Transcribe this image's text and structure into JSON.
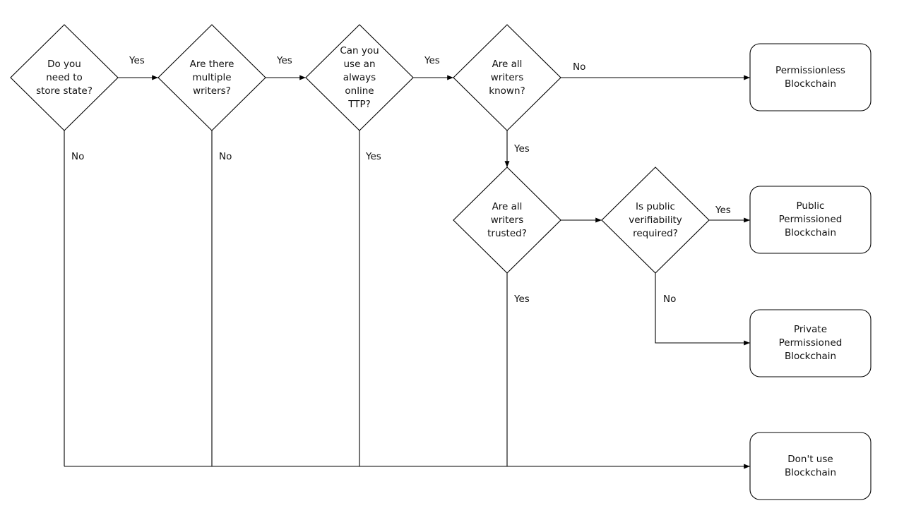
{
  "diagram": {
    "decisions": {
      "store_state": "Do you\nneed to\nstore state?",
      "multiple_writers": "Are there\nmultiple\nwriters?",
      "online_ttp": "Can you\nuse an\nalways\nonline\nTTP?",
      "writers_known": "Are all\nwriters\nknown?",
      "writers_trusted": "Are all\nwriters\ntrusted?",
      "public_verifiability": "Is public\nverifiability\nrequired?"
    },
    "outcomes": {
      "permissionless": "Permissionless\nBlockchain",
      "public_permissioned": "Public\nPermissioned\nBlockchain",
      "private_permissioned": "Private\nPermissioned\nBlockchain",
      "dont_use": "Don't use\nBlockchain"
    },
    "edge_labels": {
      "store_state_yes": "Yes",
      "multiple_writers_yes": "Yes",
      "online_ttp_yes": "Yes",
      "writers_known_no": "No",
      "store_state_no": "No",
      "multiple_writers_no": "No",
      "online_ttp_down_yes": "Yes",
      "writers_known_yes": "Yes",
      "public_verifiability_yes": "Yes",
      "writers_trusted_yes": "Yes",
      "public_verifiability_no": "No"
    }
  }
}
